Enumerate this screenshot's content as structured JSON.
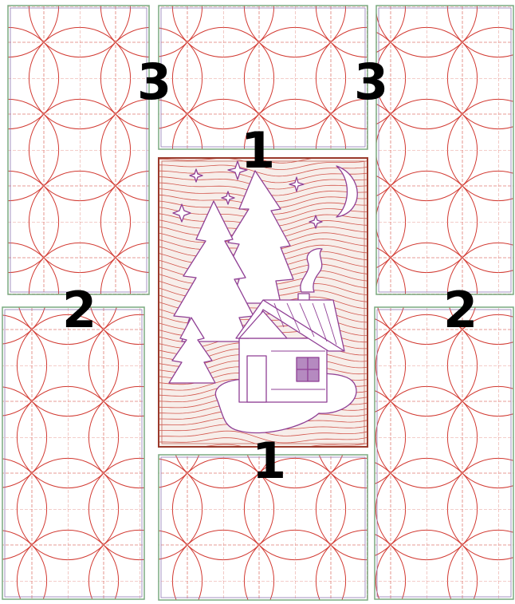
{
  "layout_labels": {
    "top_left": "3",
    "top_right": "3",
    "center_top": "1",
    "center_bottom": "1",
    "mid_left": "2",
    "mid_right": "2"
  },
  "colors": {
    "pattern_stroke": "#d23a32",
    "grid_stroke": "#e07a72",
    "block_border_outer": "#7aaa80",
    "block_border_inner": "#8f79b4",
    "center_border": "#9a3a2c",
    "center_bg": "#f7eeea",
    "applique": "#8f3f95",
    "waves": "#d2564c",
    "label_color": "#000000"
  },
  "icons": {
    "pattern": "orange-peel-circles-icon",
    "center_design": "winter-cabin-with-pine-trees-icon"
  }
}
